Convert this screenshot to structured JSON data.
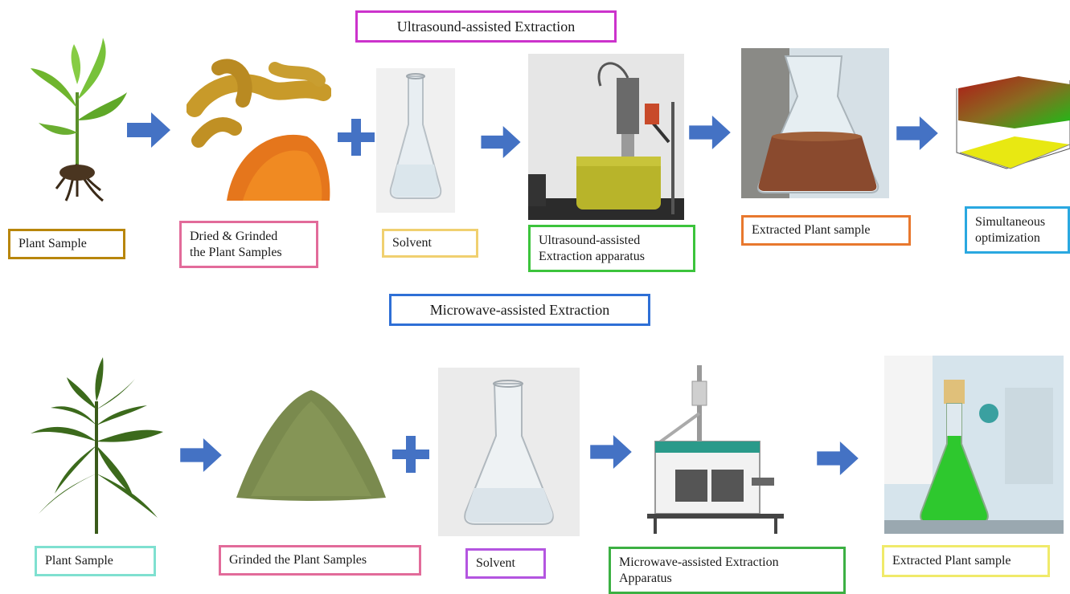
{
  "colors": {
    "arrow": "#4472c4",
    "ultrasound_title_border": "#cc33cc",
    "microwave_title_border": "#2e6fd6",
    "plant_sample_top": "#b8860b",
    "dried_grinded": "#e26b9a",
    "solvent_top": "#f0d070",
    "ultrasound_apparatus": "#3cc43c",
    "extracted_top": "#e8782e",
    "simultaneous": "#2aa8e0",
    "plant_sample_bottom": "#7fe0d0",
    "grinded_bottom": "#e26b9a",
    "solvent_bottom": "#b455e0",
    "microwave_apparatus": "#3cb043",
    "extracted_bottom": "#f0ea6a"
  },
  "ultrasound": {
    "title": "Ultrasound-assisted  Extraction",
    "labels": {
      "plant_sample": "Plant Sample",
      "dried_line1": "Dried & Grinded",
      "dried_line2": "the Plant Samples",
      "solvent": "Solvent",
      "apparatus_line1": "Ultrasound-assisted",
      "apparatus_line2": "Extraction apparatus",
      "extracted": "Extracted Plant sample",
      "simultaneous_line1": "Simultaneous",
      "simultaneous_line2": "optimization"
    }
  },
  "microwave": {
    "title": "Microwave-assisted  Extraction",
    "labels": {
      "plant_sample": "Plant Sample",
      "grinded": "Grinded the Plant Samples",
      "solvent": "Solvent",
      "apparatus_line1": "Microwave-assisted Extraction",
      "apparatus_line2": "Apparatus",
      "extracted": "Extracted Plant sample"
    }
  }
}
